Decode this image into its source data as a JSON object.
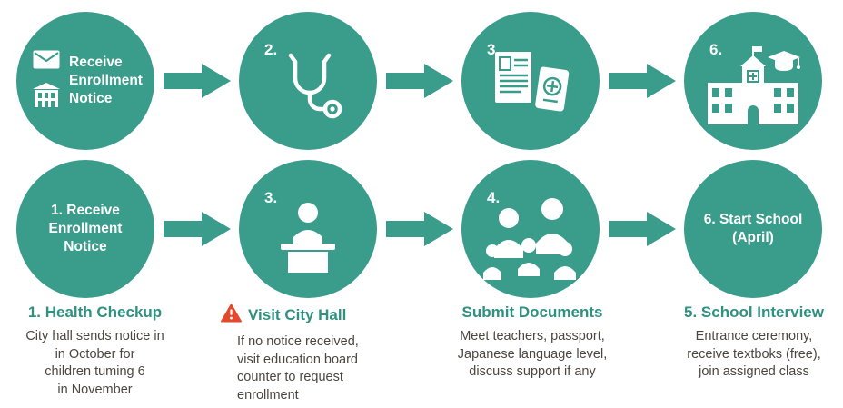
{
  "theme": {
    "circle_teal": "#3a9c8b",
    "arrow_teal": "#3a9c8b",
    "heading_teal": "#2f9181",
    "body_text": "#4c463f",
    "warning_red": "#e2492d",
    "background": "#ffffff"
  },
  "flow_row_1": {
    "step1": {
      "label": "Receive\nEnrollment\nNotice",
      "icons": [
        "envelope-icon",
        "city-hall-building-icon"
      ]
    },
    "step2": {
      "number": "2.",
      "icon": "stethoscope-icon"
    },
    "step3": {
      "number": "3.",
      "icon": "documents-passport-icon"
    },
    "step4": {
      "number": "6.",
      "icon": "school-graduation-icon"
    }
  },
  "flow_row_2": {
    "step1": {
      "label": "1.  Receive\nEnrollment\nNotice"
    },
    "step2": {
      "number": "3.",
      "icon": "city-hall-counter-icon"
    },
    "step3": {
      "number": "4.",
      "icon": "family-icon"
    },
    "step4": {
      "label": "6. Start School\n(April)"
    }
  },
  "notes": [
    {
      "heading": "1. Health Checkup",
      "body": "City hall sends notice in\nin October for\nchildren tuming 6\nin November"
    },
    {
      "heading": "Visit City Hall",
      "has_warning_icon": true,
      "warning_icon": "warning-triangle-icon",
      "body": "If no notice received,\nvisit education board\ncounter to request\nenrollment"
    },
    {
      "heading": "Submit Documents",
      "body": "Meet teachers, passport,\nJapanese language level,\ndiscuss support if any"
    },
    {
      "heading": "5. School Interview",
      "body": "Entrance ceremony,\nreceive textboks (free),\njoin assigned class"
    }
  ]
}
